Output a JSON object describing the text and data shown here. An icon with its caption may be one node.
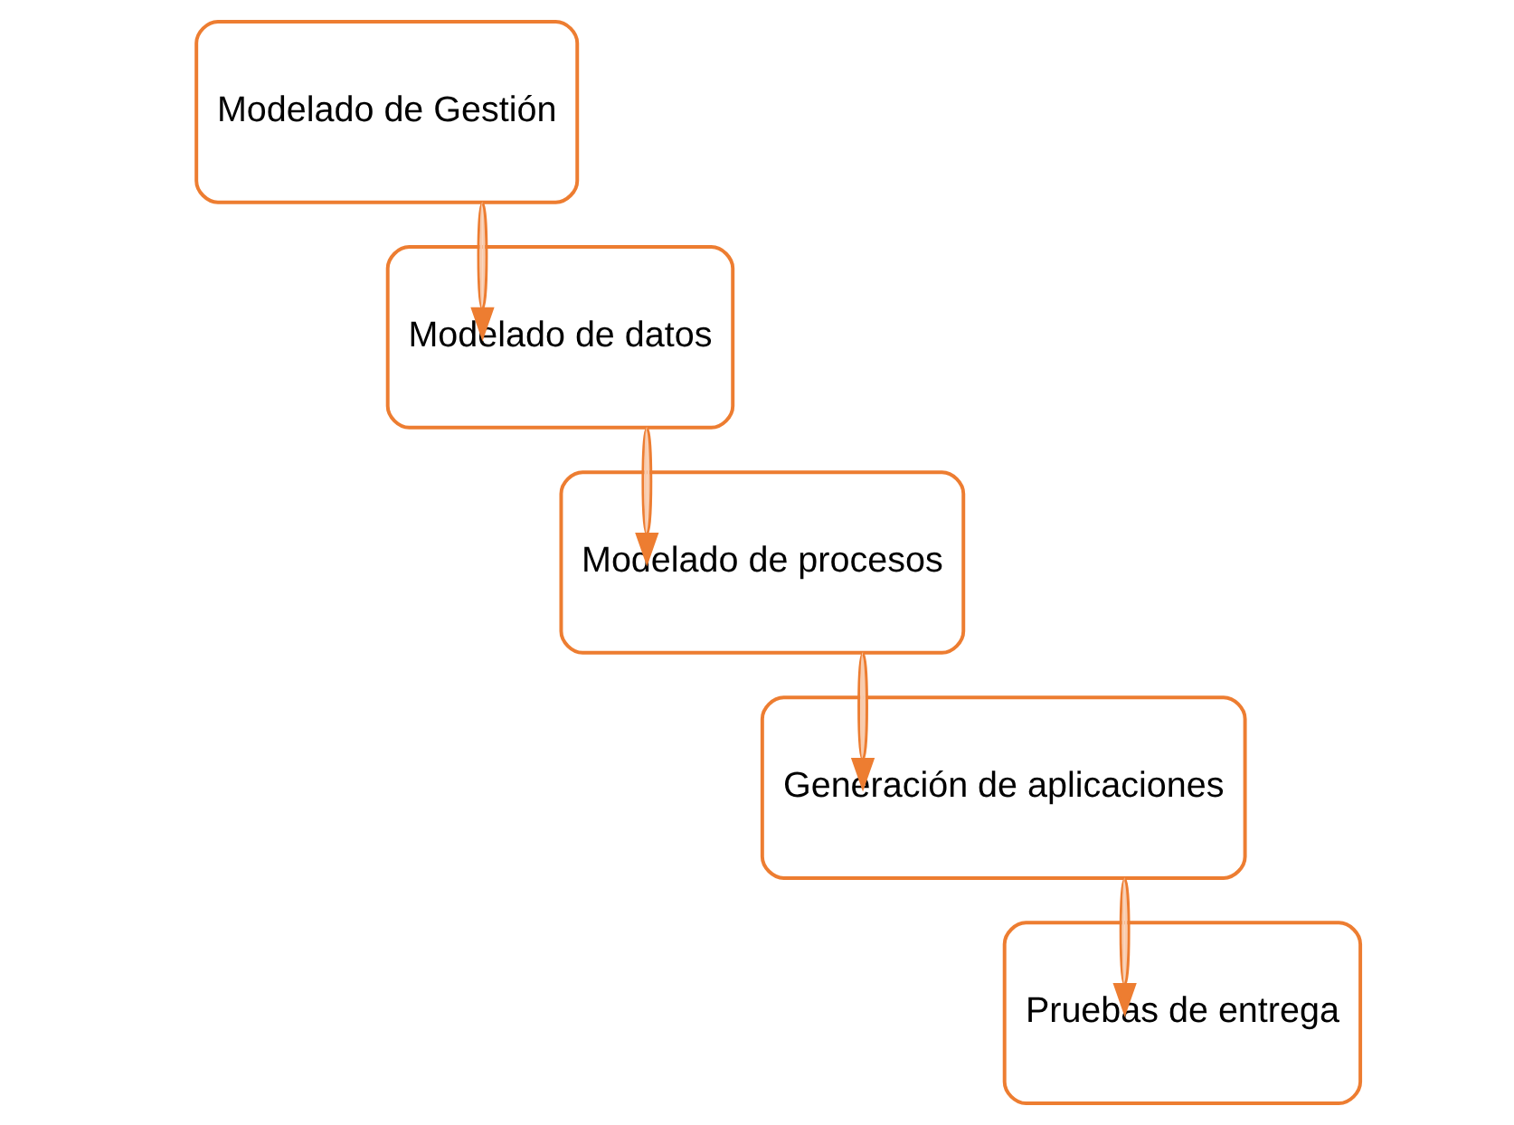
{
  "diagram": {
    "nodes": [
      {
        "text": [
          "Modelado de Gestión"
        ]
      },
      {
        "text": [
          "Modelado de datos"
        ]
      },
      {
        "text": [
          "Modelado de procesos"
        ]
      },
      {
        "text": [
          "Generación de aplicaciones"
        ]
      },
      {
        "text": [
          "Pruebas de entrega"
        ]
      }
    ],
    "edges": [
      {
        "from": 0,
        "to": 1,
        "arrow": "to"
      },
      {
        "from": 1,
        "to": 2,
        "arrow": "to"
      },
      {
        "from": 2,
        "to": 3,
        "arrow": "to"
      },
      {
        "from": 3,
        "to": 4,
        "arrow": "to"
      }
    ]
  }
}
